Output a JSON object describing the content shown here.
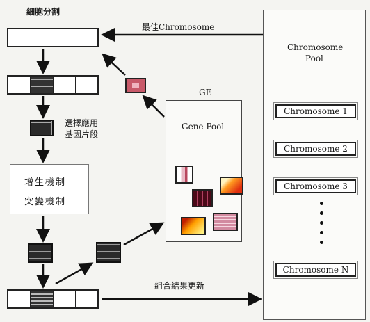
{
  "left_column": {
    "title": "細胞分割",
    "step1_label_line1": "選擇應用",
    "step1_label_line2": "基因片段",
    "box_line1": "增生機制",
    "box_line2": "突變機制"
  },
  "top_arrow_label": "最佳Chromosome",
  "bottom_arrow_label": "組合結果更新",
  "ge_label": "GE",
  "gene_pool": {
    "title": "Gene Pool"
  },
  "chromosome_pool": {
    "title_line1": "Chromosome",
    "title_line2": "Pool",
    "items": [
      "Chromosome 1",
      "Chromosome 2",
      "Chromosome 3",
      "Chromosome N"
    ]
  }
}
